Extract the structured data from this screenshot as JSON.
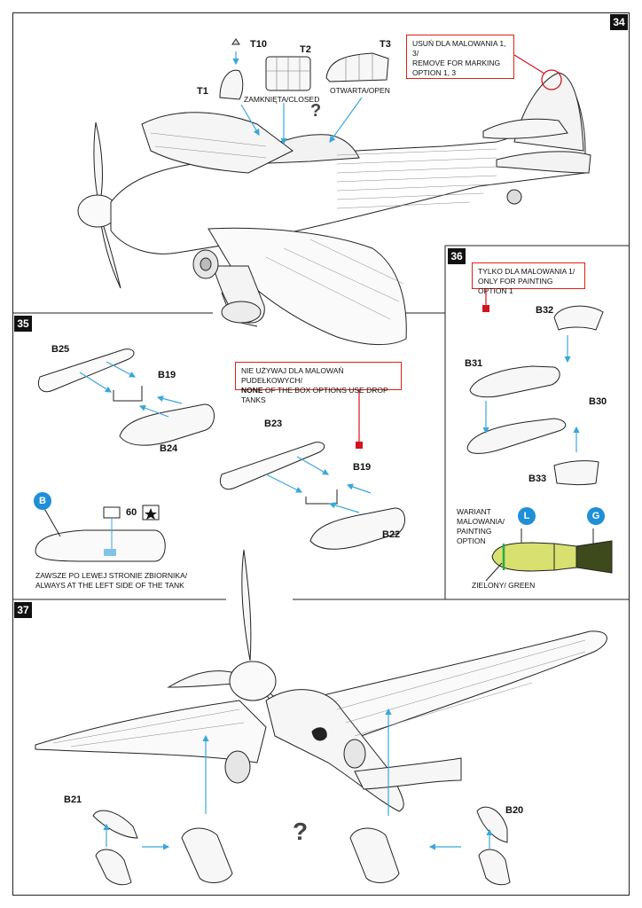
{
  "steps": {
    "s34": "34",
    "s35": "35",
    "s36": "36",
    "s37": "37"
  },
  "step34": {
    "parts": {
      "t1": "T1",
      "t10": "T10",
      "t2": "T2",
      "t3": "T3"
    },
    "closed_label": "ZAMKNIĘTA/CLOSED",
    "open_label": "OTWARTA/OPEN",
    "question": "?",
    "remove_note": {
      "line1": "USUŃ DLA MALOWANIA 1, 3/",
      "line2": "REMOVE FOR MARKING",
      "line3": "OPTION 1, 3"
    }
  },
  "step35": {
    "parts": {
      "b25": "B25",
      "b19a": "B19",
      "b24": "B24",
      "b23": "B23",
      "b19b": "B19",
      "b22": "B22"
    },
    "no_tanks_note": {
      "line1": "NIE UŻYWAJ DLA MALOWAŃ PUDEŁKOWYCH/",
      "bold": "NONE",
      "line2": " OF THE BOX OPTIONS USE DROP TANKS"
    },
    "decal_number": "60",
    "option_badge": "B",
    "tank_note": {
      "line1": "ZAWSZE PO LEWEJ STRONIE ZBIORNIKA/",
      "line2": "ALWAYS AT THE LEFT SIDE OF THE TANK"
    }
  },
  "step36": {
    "only_note": {
      "line1": "TYLKO DLA MALOWANIA 1/",
      "line2": "ONLY FOR PAINTING OPTION 1"
    },
    "parts": {
      "b32": "B32",
      "b31": "B31",
      "b30": "B30",
      "b33": "B33"
    },
    "variant_label": {
      "line1": "WARIANT",
      "line2": "MALOWANIA/",
      "line3": "PAINTING",
      "line4": "OPTION"
    },
    "badge_l": "L",
    "badge_g": "G",
    "green_label": "ZIELONY/ GREEN"
  },
  "step37": {
    "parts": {
      "b21": "B21",
      "b20": "B20"
    },
    "question": "?"
  },
  "colors": {
    "badge_blue": "#1f8fd6",
    "badge_green": "#2aa845",
    "red": "#d2141e",
    "yellow_green": "#d8e070",
    "olive": "#3e4a1c",
    "cyan_arrow": "#3aa7dc"
  }
}
